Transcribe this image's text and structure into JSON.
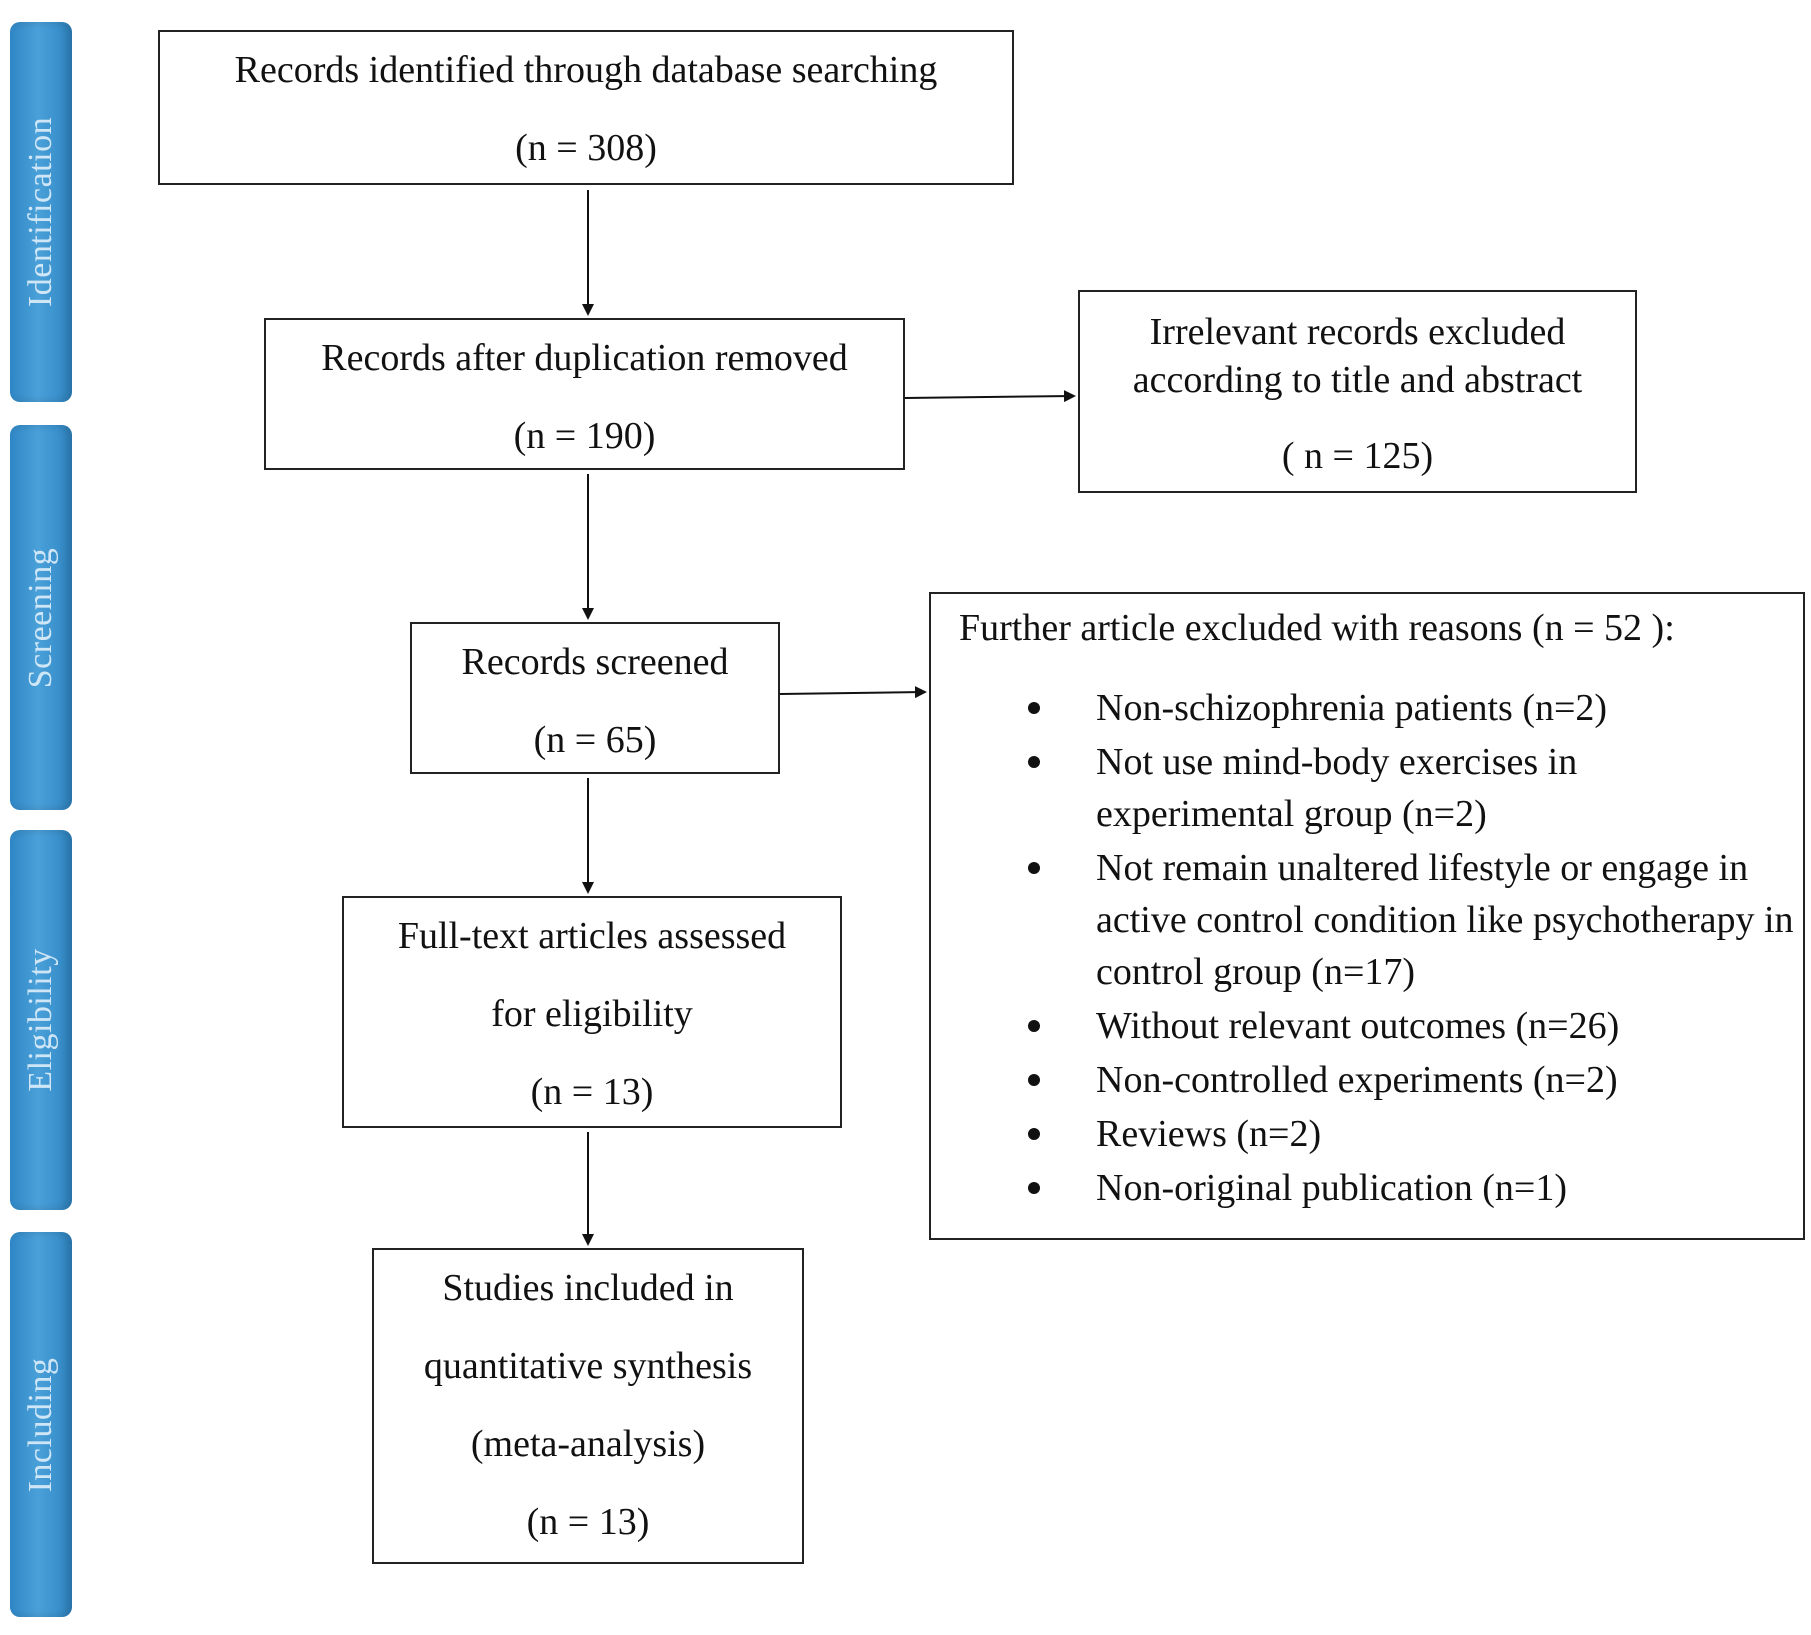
{
  "stages": [
    "Identification",
    "Screening",
    "Eligibility",
    "Including"
  ],
  "boxes": {
    "identified": {
      "line1": "Records identified through database searching",
      "count": "(n = 308)"
    },
    "deduplicated": {
      "line1": "Records after duplication removed",
      "count": "(n = 190)"
    },
    "irrelevant": {
      "line1": "Irrelevant records excluded",
      "line2": "according to title and abstract",
      "count": "( n = 125)"
    },
    "screened": {
      "line1": "Records screened",
      "count": "(n = 65)"
    },
    "fulltext": {
      "line1": "Full-text articles assessed",
      "line2": "for eligibility",
      "count": "(n = 13)"
    },
    "included": {
      "line1": "Studies included in",
      "line2": "quantitative synthesis",
      "line3": "(meta-analysis)",
      "count": "(n = 13)"
    }
  },
  "reasons": {
    "heading": "Further article excluded with reasons (n = 52 ):",
    "items": [
      "Non-schizophrenia patients (n=2)",
      "Not use mind-body exercises in experimental group (n=2)",
      "Not remain unaltered lifestyle or engage in active control condition like psychotherapy in control group (n=17)",
      "Without relevant outcomes (n=26)",
      "Non-controlled experiments (n=2)",
      "Reviews (n=2)",
      "Non-original publication (n=1)"
    ]
  }
}
